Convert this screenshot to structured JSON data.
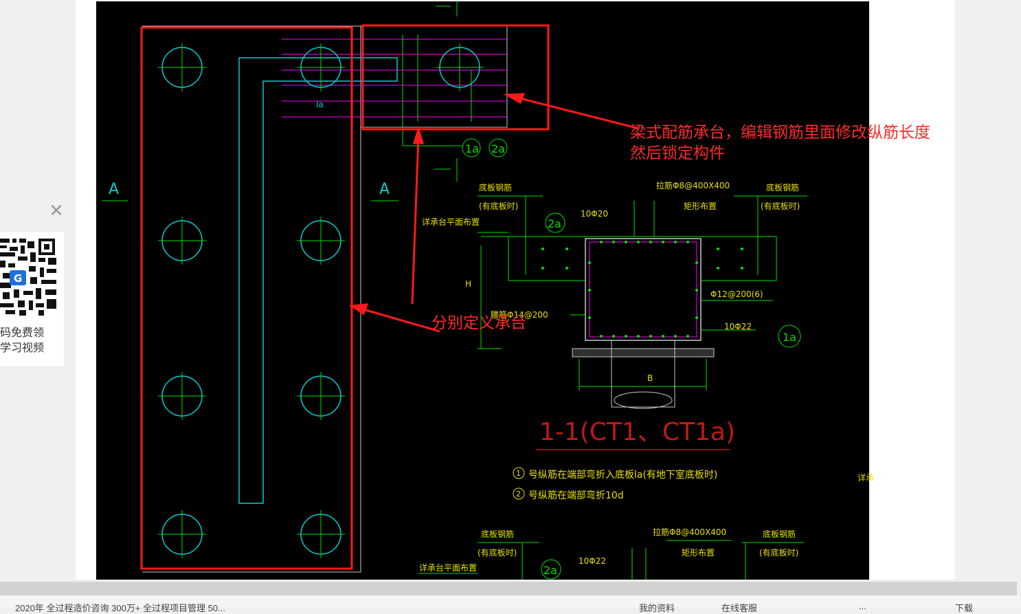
{
  "colors": {
    "cad_background": "#000000",
    "annotation_red": "#ff2a2a",
    "cad_green": "#00e000",
    "cad_cyan": "#00d0d0",
    "cad_magenta": "#ff00ff",
    "cad_yellow_text": "#e8e000",
    "cad_title_red": "#c01818"
  },
  "annotations": {
    "beam_cap_line1": "梁式配筋承台，编辑钢筋里面修改纵筋长度",
    "beam_cap_line2": "然后锁定构件",
    "define_separately": "分别定义承台"
  },
  "cad": {
    "section_mark_left": "A",
    "section_mark_right": "A",
    "label_la_small": "la",
    "bubble_1a": "1a",
    "bubble_2a": "2a",
    "bubble_2a_b": "2a",
    "bubble_1a_b": "1a",
    "bubble_2a_c": "2a",
    "bottom_rebar_left": "底板钢筋",
    "bottom_rebar_left_note": "(有底板时)",
    "bottom_rebar_right": "底板钢筋",
    "bottom_rebar_right_note": "(有底板时)",
    "tie_bar": "拉筋Φ8@400X400",
    "rect_layout": "矩形布置",
    "top_bars": "10Φ20",
    "cap_plan": "详承台平面布置",
    "height_h": "H",
    "waist_bar": "腰筋Φ14@200",
    "stirrup": "Φ12@200(6)",
    "bottom_bars": "10Φ22",
    "width_b": "B",
    "section_title": "1-1(CT1、CT1a)",
    "note1_num": "1",
    "note1": "号纵筋在端部弯折入底板la(有地下室底板时)",
    "note2_num": "2",
    "note2": "号纵筋在端部弯折10d",
    "edge_text": "详承",
    "bottom_rebar_left2": "底板钢筋",
    "bottom_rebar_left2_note": "(有底板时)",
    "tie_bar2": "拉筋Φ8@400X400",
    "rect_layout2": "矩形布置",
    "bottom_rebar_right2": "底板钢筋",
    "bottom_rebar_right2_note": "(有底板时)",
    "top_bars2": "10Φ22",
    "cap_plan2": "详承台平面布置"
  },
  "qr_panel": {
    "line1": "码免费领",
    "line2": "学习视频",
    "close_icon": "close-icon",
    "badge_letter": "G"
  },
  "taskbar": {
    "left_text": "2020年 全过程造价咨询 300万+ 全过程项目管理 50...",
    "right_items": [
      "我的资料",
      "在线客服",
      "...",
      "下载"
    ]
  }
}
